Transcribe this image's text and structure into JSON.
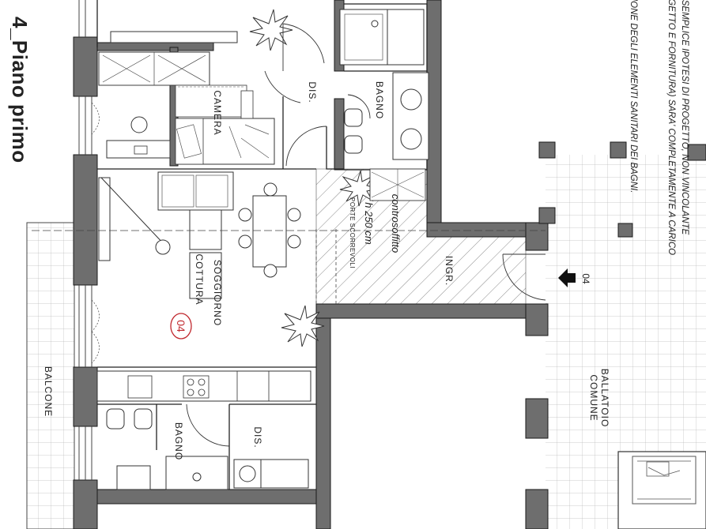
{
  "title": "4_Piano primo",
  "notes": [
    "NA SEMPLICE IPOTESI DI PROGETTO, NON VINCOLANTE",
    "ROGETTO E FORNITURA) SARA' COMPLETAMENTE A CARICO",
    "USIONE DEGLI ELEMENTI SANITARI DEI BAGNI."
  ],
  "rooms": {
    "camera": "CAMERA",
    "dis_upper": "DIS.",
    "bagno_upper": "BAGNO",
    "soggiorno": "SOGGIORNO",
    "cottura": "COTTURA",
    "ingresso": "INGR.",
    "dis_lower": "DIS.",
    "bagno_lower": "BAGNO",
    "balcone": "BALCONE",
    "ballatoio_1": "BALLATOIO",
    "ballatoio_2": "COMUNE"
  },
  "ceiling": {
    "line1": "controsoffitto",
    "line2": "h 250 cm",
    "sliding": "PORTE SCORREVOLI"
  },
  "unit_number": "04",
  "entry_marker": "04",
  "colors": {
    "wall": "#6e6e6e",
    "wall_stroke": "#1a1a1a",
    "line": "#333333",
    "accent": "#c0272d"
  }
}
